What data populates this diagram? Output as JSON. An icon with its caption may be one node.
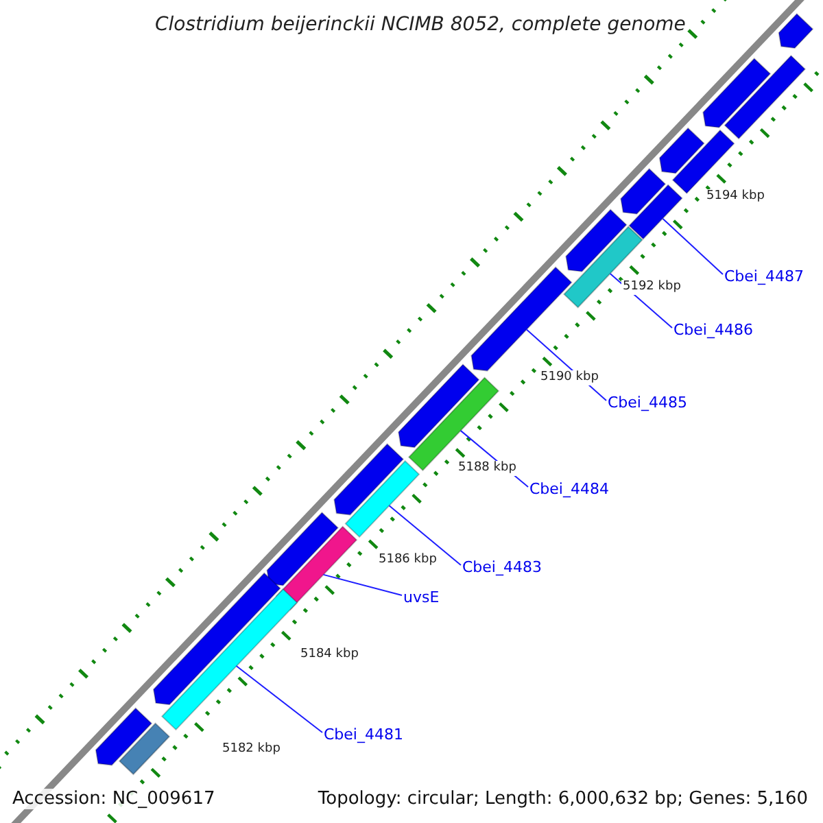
{
  "diagram": {
    "title": "Clostridium beijerinckii NCIMB 8052, complete genome",
    "nodes": [
      {
        "text": [
          "Cbei_4487"
        ]
      },
      {
        "text": [
          "Cbei_4486"
        ]
      },
      {
        "text": [
          "Cbei_4485"
        ]
      },
      {
        "text": [
          "Cbei_4484"
        ]
      },
      {
        "text": [
          "Cbei_4483"
        ]
      },
      {
        "text": [
          "uvsE"
        ]
      },
      {
        "text": [
          "Cbei_4481"
        ]
      },
      {
        "text": [],
        "shape": "bar"
      },
      {
        "text": [],
        "shape": "bar"
      },
      {
        "text": [],
        "shape": "bar"
      },
      {
        "text": [],
        "shape": "bar"
      },
      {
        "text": [],
        "shape": "bar"
      },
      {
        "text": [],
        "shape": "bar"
      },
      {
        "text": [],
        "shape": "bar"
      },
      {
        "text": [],
        "shape": "bar"
      },
      {
        "text": [],
        "shape": "bar"
      },
      {
        "text": [],
        "shape": "bar"
      },
      {
        "text": [],
        "shape": "bar"
      },
      {
        "text": [],
        "shape": "bar"
      },
      {
        "text": [],
        "shape": "bar"
      },
      {
        "text": [],
        "shape": "bar"
      },
      {
        "text": [],
        "shape": "bar"
      },
      {
        "text": [],
        "shape": "bar"
      },
      {
        "text": [],
        "shape": "bar"
      },
      {
        "text": [],
        "shape": "bar"
      },
      {
        "text": [],
        "shape": "bar"
      },
      {
        "text": [],
        "shape": "bar"
      }
    ],
    "edges": [
      {
        "from": 0,
        "to": 7,
        "arrow": "none"
      },
      {
        "from": 1,
        "to": 8,
        "arrow": "none"
      },
      {
        "from": 2,
        "to": 9,
        "arrow": "none"
      },
      {
        "from": 3,
        "to": 10,
        "arrow": "none"
      },
      {
        "from": 4,
        "to": 11,
        "arrow": "none"
      },
      {
        "from": 5,
        "to": 12,
        "arrow": "none"
      },
      {
        "from": 6,
        "to": 13,
        "arrow": "none"
      }
    ],
    "labels": [
      "5194 kbp",
      "5192 kbp",
      "5190 kbp",
      "5188 kbp",
      "5186 kbp",
      "5184 kbp",
      "5182 kbp",
      "Accession: NC_009617",
      "Topology: circular; Length: 6,000,632 bp; Genes: 5,160"
    ]
  }
}
